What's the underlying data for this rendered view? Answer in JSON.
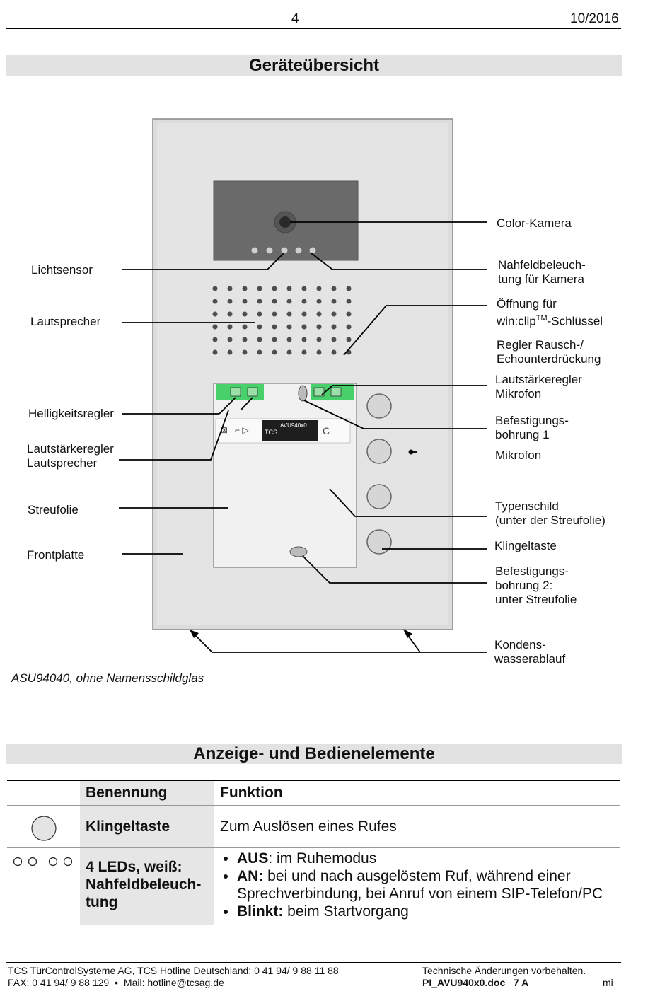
{
  "header": {
    "page_number": "4",
    "date": "10/2016"
  },
  "overview": {
    "title": "Geräteübersicht",
    "device_label": "AVU940x0",
    "device_brand": "TCS",
    "caption": "ASU94040, ohne Namensschildglas",
    "labels_left": {
      "lichtsensor": "Lichtsensor",
      "lautsprecher": "Lautsprecher",
      "helligkeitsregler": "Helligkeitsregler",
      "lautstaerke_ls_1": "Lautstärkeregler",
      "lautstaerke_ls_2": "Lautsprecher",
      "streufolie": "Streufolie",
      "frontplatte": "Frontplatte"
    },
    "labels_right": {
      "color_kamera": "Color-Kamera",
      "nahfeld_1": "Nahfeldbeleuch-",
      "nahfeld_2": "tung für Kamera",
      "oeffnung_1": "Öffnung für",
      "oeffnung_2a": "win:clip",
      "oeffnung_2tm": "TM",
      "oeffnung_2b": "-Schlüssel",
      "regler_1": "Regler Rausch-/",
      "regler_2": "Echounterdrückung",
      "lautstaerke_mic_1": "Lautstärkeregler",
      "lautstaerke_mic_2": "Mikrofon",
      "befestigung1_1": "Befestigungs-",
      "befestigung1_2": "bohrung 1",
      "mikrofon": "Mikrofon",
      "typenschild_1": "Typenschild",
      "typenschild_2": "(unter der Streufolie)",
      "klingeltaste": "Klingeltaste",
      "befestigung2_1": "Befestigungs-",
      "befestigung2_2": "bohrung 2:",
      "befestigung2_3": "unter Streufolie",
      "kondens_1": "Kondens-",
      "kondens_2": "wasserablauf"
    }
  },
  "controls": {
    "title": "Anzeige- und Bedienelemente",
    "col_benennung": "Benennung",
    "col_funktion": "Funktion",
    "row1": {
      "name": "Klingeltaste",
      "function": "Zum Auslösen eines Rufes"
    },
    "row2": {
      "name_1": "4 LEDs, weiß:",
      "name_2": "Nahfeldbeleuch-",
      "name_3": "tung",
      "b1_bold": "AUS",
      "b1_text": ": im Ruhemodus",
      "b2_bold": "AN:",
      "b2_text": " bei und nach ausgelöstem Ruf, während einer Sprechverbindung, bei Anruf von einem SIP-Telefon/PC",
      "b3_bold": "Blinkt:",
      "b3_text": " beim Startvorgang"
    }
  },
  "footer": {
    "line1_left": "TCS TürControlSysteme AG, TCS Hotline Deutschland:  0 41 94/ 9 88 11 88",
    "line1_right": "Technische Änderungen vorbehalten.",
    "line2_left_a": "FAX: 0 41 94/ 9 88 129",
    "line2_bullet": "•",
    "line2_left_b": "Mail: hotline@tcsag.de",
    "line2_doc": "PI_AVU940x0.doc   7 A",
    "line2_initials": "mi"
  }
}
